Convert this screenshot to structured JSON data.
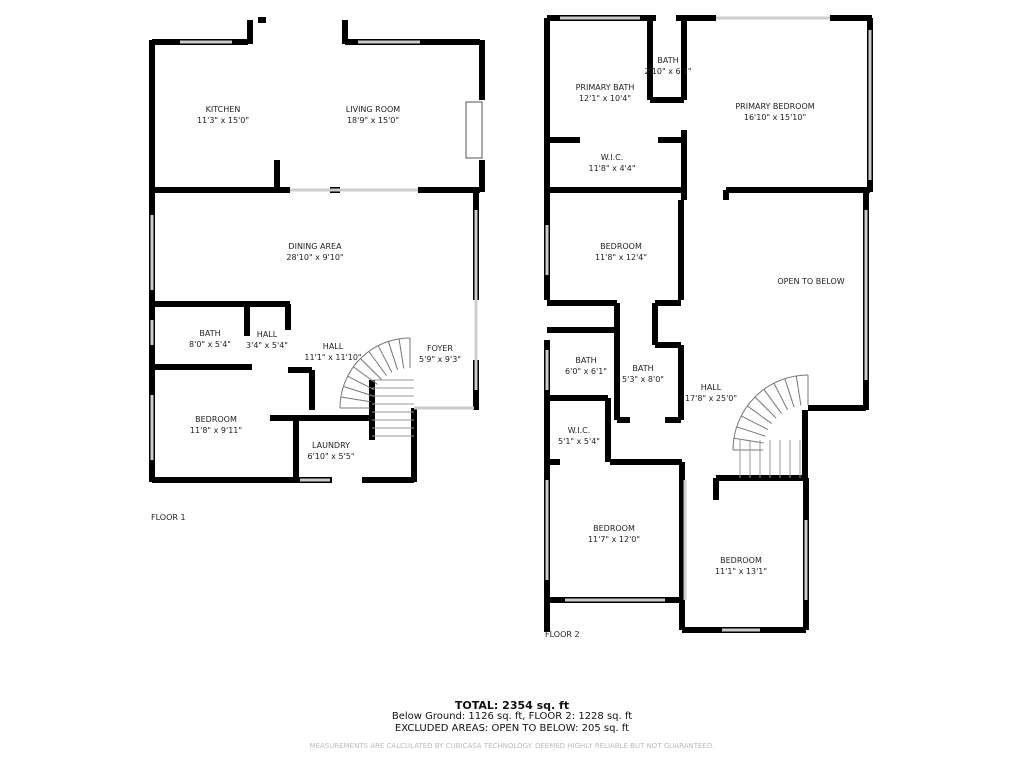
{
  "floors": [
    {
      "label": "FLOOR 1",
      "rooms": [
        {
          "name": "KITCHEN",
          "size": "11'3\" x 15'0\""
        },
        {
          "name": "LIVING ROOM",
          "size": "18'9\" x 15'0\""
        },
        {
          "name": "DINING AREA",
          "size": "28'10\" x 9'10\""
        },
        {
          "name": "BATH",
          "size": "8'0\" x 5'4\""
        },
        {
          "name": "HALL",
          "size": "3'4\" x 5'4\""
        },
        {
          "name": "HALL",
          "size": "11'1\" x 11'10\""
        },
        {
          "name": "FOYER",
          "size": "5'9\" x 9'3\""
        },
        {
          "name": "BEDROOM",
          "size": "11'8\" x 9'11\""
        },
        {
          "name": "LAUNDRY",
          "size": "6'10\" x 5'5\""
        }
      ]
    },
    {
      "label": "FLOOR 2",
      "rooms": [
        {
          "name": "PRIMARY BATH",
          "size": "12'1\" x 10'4\""
        },
        {
          "name": "BATH",
          "size": "2'10\" x 6'1\""
        },
        {
          "name": "PRIMARY BEDROOM",
          "size": "16'10\" x 15'10\""
        },
        {
          "name": "W.I.C.",
          "size": "11'8\" x 4'4\""
        },
        {
          "name": "BEDROOM",
          "size": "11'8\" x 12'4\""
        },
        {
          "name": "OPEN TO BELOW",
          "size": ""
        },
        {
          "name": "BATH",
          "size": "6'0\" x 6'1\""
        },
        {
          "name": "BATH",
          "size": "5'3\" x 8'0\""
        },
        {
          "name": "HALL",
          "size": "17'8\" x 25'0\""
        },
        {
          "name": "W.I.C.",
          "size": "5'1\" x 5'4\""
        },
        {
          "name": "BEDROOM",
          "size": "11'7\" x 12'0\""
        },
        {
          "name": "BEDROOM",
          "size": "11'1\" x 13'1\""
        }
      ]
    }
  ],
  "summary": {
    "total": "TOTAL: 2354 sq. ft",
    "breakdown": "Below Ground: 1126 sq. ft, FLOOR 2: 1228 sq. ft",
    "excluded": "EXCLUDED AREAS: OPEN TO BELOW: 205 sq. ft",
    "disclaimer": "MEASUREMENTS ARE CALCULATED BY CUBICASA TECHNOLOGY. DEEMED HIGHLY RELIABLE BUT NOT GUARANTEED."
  },
  "colors": {
    "wall": "#000000",
    "window": "#cccccc",
    "text": "#222222"
  }
}
